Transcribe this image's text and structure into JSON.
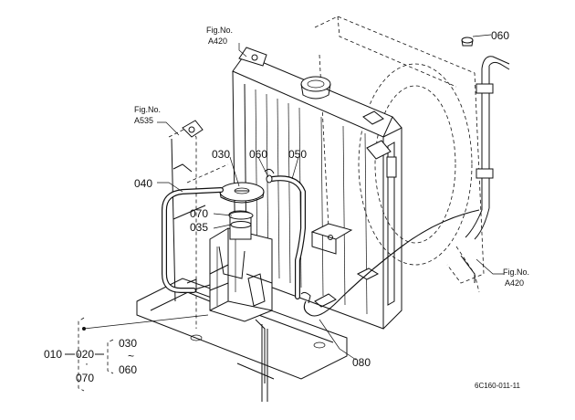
{
  "diagram": {
    "callouts": {
      "c010": "010",
      "c020": "020",
      "c030_tank": "030",
      "c030_range": "030",
      "c035": "035",
      "c040": "040",
      "c050": "050",
      "c060_top": "060",
      "c060_mid": "060",
      "c060_range": "060",
      "c070_tank": "070",
      "c070_range": "070",
      "c080": "080",
      "tilde": "~",
      "dot": "·"
    },
    "fig_refs": {
      "top": {
        "line1": "Fig.No.",
        "line2": "A420"
      },
      "left": {
        "line1": "Fig.No.",
        "line2": "A535"
      },
      "right": {
        "line1": "Fig.No.",
        "line2": "A420"
      }
    },
    "drawing_code": "6C160-011-11"
  }
}
